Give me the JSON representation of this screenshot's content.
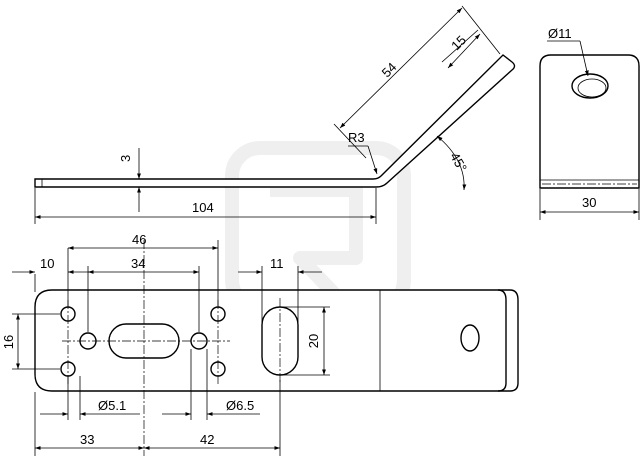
{
  "side_view": {
    "thickness": "3",
    "base_length": "104",
    "arm_length": "54",
    "arm_tip": "15",
    "bend_radius": "R3",
    "bend_angle": "45°"
  },
  "end_view": {
    "hole_diameter": "Ø11",
    "width": "30"
  },
  "plan_view": {
    "dim_10": "10",
    "dim_46": "46",
    "dim_34": "34",
    "dim_11": "11",
    "dim_16": "16",
    "dim_20": "20",
    "dim_d51": "Ø5.1",
    "dim_d65": "Ø6.5",
    "dim_33": "33",
    "dim_42": "42"
  }
}
